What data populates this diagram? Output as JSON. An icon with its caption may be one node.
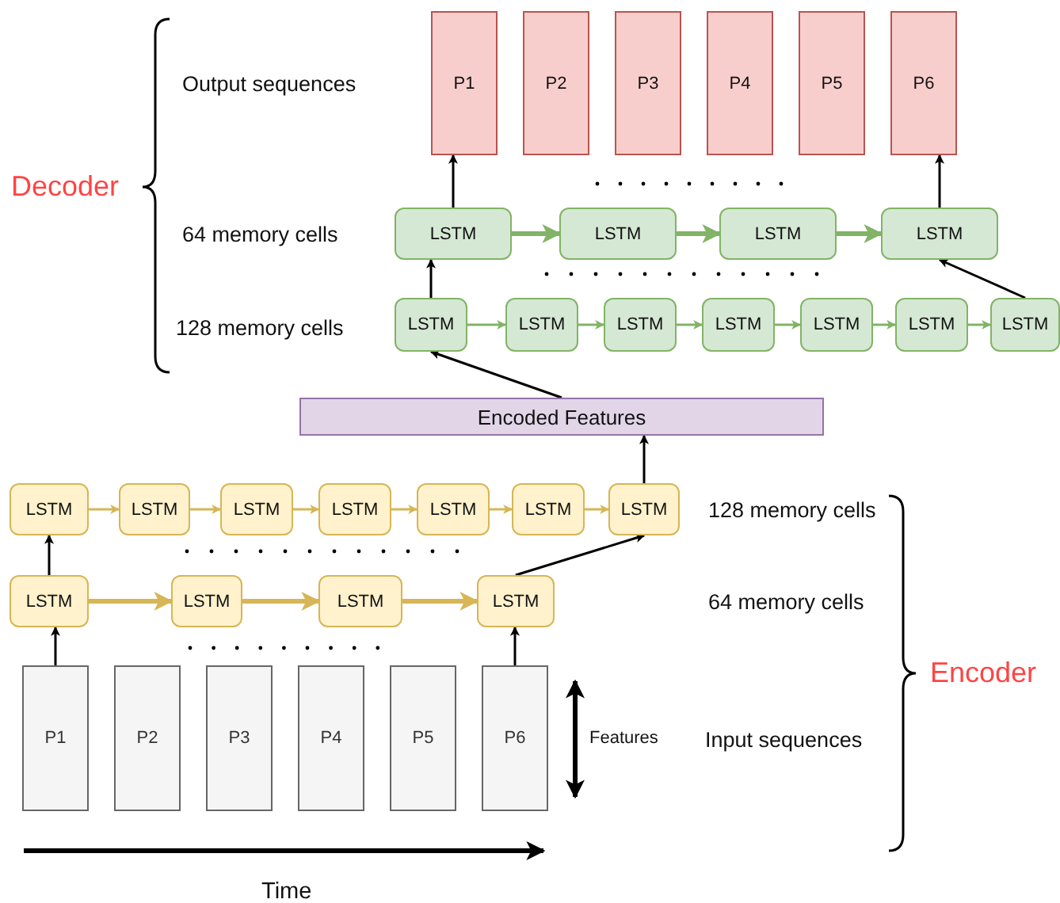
{
  "diagram": {
    "nodes": [
      {
        "text": [
          "P1"
        ]
      },
      {
        "text": [
          "P2"
        ]
      },
      {
        "text": [
          "P3"
        ]
      },
      {
        "text": [
          "P4"
        ]
      },
      {
        "text": [
          "P5"
        ]
      },
      {
        "text": [
          "P6"
        ]
      },
      {
        "text": [
          "LSTM"
        ]
      },
      {
        "text": [
          "LSTM"
        ]
      },
      {
        "text": [
          "LSTM"
        ]
      },
      {
        "text": [
          "LSTM"
        ]
      },
      {
        "text": [
          "LSTM"
        ]
      },
      {
        "text": [
          "LSTM"
        ]
      },
      {
        "text": [
          "LSTM"
        ]
      },
      {
        "text": [
          "LSTM"
        ]
      },
      {
        "text": [
          "LSTM"
        ]
      },
      {
        "text": [
          "LSTM"
        ]
      },
      {
        "text": [
          "LSTM"
        ]
      },
      {
        "text": [
          "Encoded Features"
        ]
      },
      {
        "text": [
          "LSTM"
        ]
      },
      {
        "text": [
          "LSTM"
        ]
      },
      {
        "text": [
          "LSTM"
        ]
      },
      {
        "text": [
          "LSTM"
        ]
      },
      {
        "text": [
          "LSTM"
        ]
      },
      {
        "text": [
          "LSTM"
        ]
      },
      {
        "text": [
          "LSTM"
        ]
      },
      {
        "text": [
          "LSTM"
        ]
      },
      {
        "text": [
          "LSTM"
        ]
      },
      {
        "text": [
          "LSTM"
        ]
      },
      {
        "text": [
          "LSTM"
        ]
      },
      {
        "text": [
          "P1"
        ]
      },
      {
        "text": [
          "P2"
        ]
      },
      {
        "text": [
          "P3"
        ]
      },
      {
        "text": [
          "P4"
        ]
      },
      {
        "text": [
          "P5"
        ]
      },
      {
        "text": [
          "P6"
        ]
      }
    ],
    "edges": [
      {
        "from": 6,
        "to": 0,
        "arrow": "to"
      },
      {
        "from": 9,
        "to": 5,
        "arrow": "to"
      },
      {
        "from": 6,
        "to": 7,
        "arrow": "to",
        "style": "thick",
        "color": "#82b366"
      },
      {
        "from": 7,
        "to": 8,
        "arrow": "to",
        "style": "thick",
        "color": "#82b366"
      },
      {
        "from": 8,
        "to": 9,
        "arrow": "to",
        "style": "thick",
        "color": "#82b366"
      },
      {
        "from": 10,
        "to": 6,
        "arrow": "to"
      },
      {
        "from": 16,
        "to": 9,
        "arrow": "to"
      },
      {
        "from": 10,
        "to": 11,
        "arrow": "to",
        "color": "#82b366"
      },
      {
        "from": 11,
        "to": 12,
        "arrow": "to",
        "color": "#82b366"
      },
      {
        "from": 12,
        "to": 13,
        "arrow": "to",
        "color": "#82b366"
      },
      {
        "from": 13,
        "to": 14,
        "arrow": "to",
        "color": "#82b366"
      },
      {
        "from": 14,
        "to": 15,
        "arrow": "to",
        "color": "#82b366"
      },
      {
        "from": 15,
        "to": 16,
        "arrow": "to",
        "color": "#82b366"
      },
      {
        "from": 17,
        "to": 10,
        "arrow": "to"
      },
      {
        "from": 24,
        "to": 17,
        "arrow": "to"
      },
      {
        "from": 18,
        "to": 19,
        "arrow": "to",
        "color": "#d6b656"
      },
      {
        "from": 19,
        "to": 20,
        "arrow": "to",
        "color": "#d6b656"
      },
      {
        "from": 20,
        "to": 21,
        "arrow": "to",
        "color": "#d6b656"
      },
      {
        "from": 21,
        "to": 22,
        "arrow": "to",
        "color": "#d6b656"
      },
      {
        "from": 22,
        "to": 23,
        "arrow": "to",
        "color": "#d6b656"
      },
      {
        "from": 23,
        "to": 24,
        "arrow": "to",
        "color": "#d6b656"
      },
      {
        "from": 25,
        "to": 18,
        "arrow": "to"
      },
      {
        "from": 28,
        "to": 24,
        "arrow": "to"
      },
      {
        "from": 25,
        "to": 26,
        "arrow": "to",
        "style": "thick",
        "color": "#d6b656"
      },
      {
        "from": 26,
        "to": 27,
        "arrow": "to",
        "style": "thick",
        "color": "#d6b656"
      },
      {
        "from": 27,
        "to": 28,
        "arrow": "to",
        "style": "thick",
        "color": "#d6b656"
      },
      {
        "from": 29,
        "to": 25,
        "arrow": "to"
      },
      {
        "from": 34,
        "to": 28,
        "arrow": "to"
      }
    ],
    "labels": [
      "Output sequences",
      "Decoder",
      "64 memory cells",
      "128 memory cells",
      "128 memory cells",
      "64 memory cells",
      "Encoder",
      "Features",
      "Input sequences",
      "Time"
    ]
  }
}
